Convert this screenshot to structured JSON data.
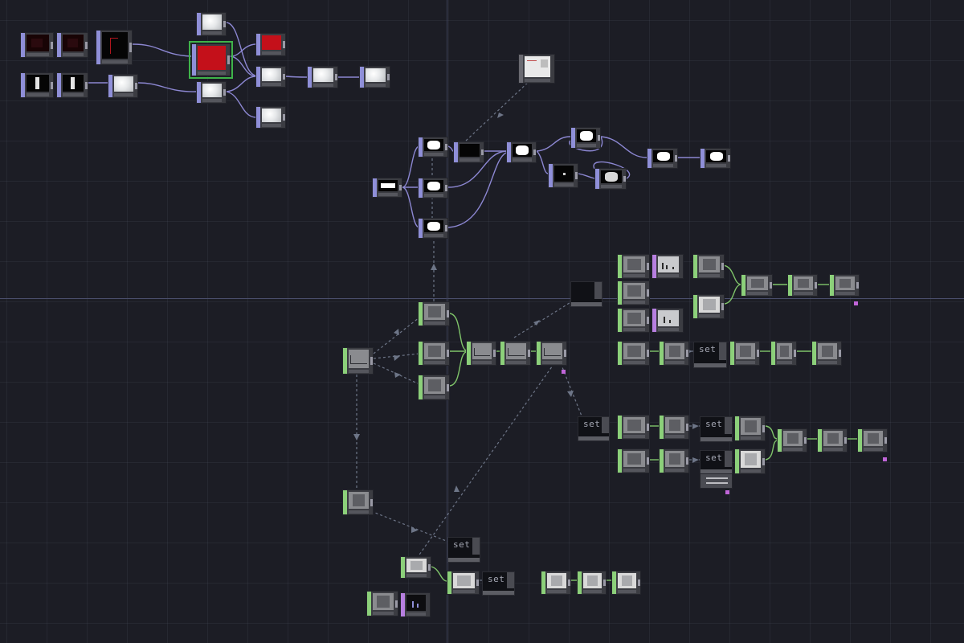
{
  "app": "node-network-editor",
  "colors": {
    "background": "#1c1d25",
    "top_family": "#8f8fd8",
    "chop_family": "#8cd07a",
    "wire_top": "#8c87d2",
    "wire_chop": "#7fc46a",
    "wire_reference": "#6d7587",
    "selection": "#3fb34a",
    "marker": "#c065d8"
  },
  "icons": [
    "top-thumbnail",
    "chop-thumbnail",
    "dat-text-thumbnail",
    "flag-marker"
  ],
  "dats": {
    "set_1": "set",
    "set_2": "set",
    "set_3": "set",
    "set_4": "set",
    "set_5": "set",
    "set_6": "set"
  }
}
